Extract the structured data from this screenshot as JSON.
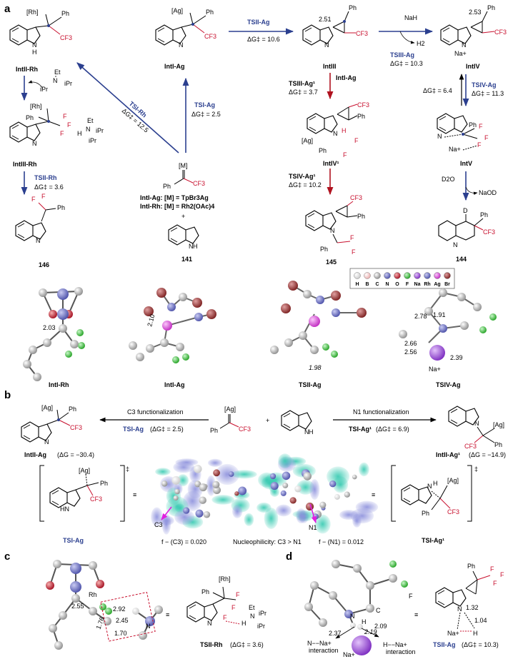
{
  "panels": {
    "a": "a",
    "b": "b",
    "c": "c",
    "d": "d"
  },
  "a": {
    "rh_label": "[Rh]",
    "ph": "Ph",
    "cf3": "CF3",
    "ag_label": "[Ag]",
    "intII_Rh": "IntII-Rh",
    "intI_Ag": "IntI-Ag",
    "intIII": "IntIII",
    "intIV": "IntIV",
    "intIII_Rh": "IntIII-Rh",
    "intIV1": "IntIV¹",
    "intV": "IntV",
    "c146": "146",
    "c145": "145",
    "c144": "144",
    "c141": "141",
    "TSII_Ag": "TSII-Ag",
    "dG_TSII_Ag": "ΔG‡ = 10.6",
    "TSI_Rh": "TSI-Rh",
    "dG_TSI_Rh": "ΔG‡ = 12.5",
    "TSI_Ag": "TSI-Ag",
    "dG_TSI_Ag": "ΔG‡ = 2.5",
    "TSIII_Ag": "TSIII-Ag",
    "dG_TSIII_Ag": "ΔG‡ = 10.3",
    "TSIII_Ag1": "TSIII-Ag¹",
    "dG_TSIII_Ag1": "ΔG‡ = 3.7",
    "TSIV_Ag1": "TSIV-Ag¹",
    "dG_TSIV_Ag1": "ΔG‡ = 10.2",
    "TSIV_Ag": "TSIV-Ag",
    "dG_TSIV_Ag": "ΔG‡ = 11.3",
    "dG_rev": "ΔG‡ = 6.4",
    "TSII_Rh": "TSII-Rh",
    "dG_TSII_Rh": "ΔG‡ = 3.6",
    "NaH": "NaH",
    "H2": "H2",
    "D2O": "D2O",
    "NaOD": "NaOD",
    "dist_251": "2.51",
    "dist_253": "2.53",
    "catalyst_M": "[M]",
    "def_Ag": "IntI-Ag: [M] = TpBr3Ag",
    "def_Rh": "IntI-Rh: [M] = Rh2(OAc)4",
    "plus": "+",
    "nh": "H",
    "n": "N",
    "na": "Na+",
    "d": "D",
    "f": "F",
    "et": "Et",
    "ipr": "iPr"
  },
  "legend": {
    "items": [
      {
        "sym": "H",
        "color": "#ffffff"
      },
      {
        "sym": "B",
        "color": "#f1c4c4"
      },
      {
        "sym": "C",
        "color": "#9a9a9a"
      },
      {
        "sym": "N",
        "color": "#5a5fb8"
      },
      {
        "sym": "O",
        "color": "#c8102e"
      },
      {
        "sym": "F",
        "color": "#35c435"
      },
      {
        "sym": "Na",
        "color": "#9b4fd6"
      },
      {
        "sym": "Rh",
        "color": "#5a5fb8"
      },
      {
        "sym": "Ag",
        "color": "#d84bd8"
      },
      {
        "sym": "Br",
        "color": "#9b2b2b"
      }
    ]
  },
  "struct3d": {
    "intI_Rh": "IntI-Rh",
    "d_203": "2.03",
    "intI_Ag": "IntI-Ag",
    "d_210": "2.10",
    "TSII_Ag": "TSII-Ag",
    "d_198": "1.98",
    "TSIV_Ag": "TSIV-Ag",
    "d_278": "2.78",
    "d_191": "1.91",
    "d_266": "2.66",
    "d_256": "2.56",
    "d_239": "2.39",
    "na": "Na+"
  },
  "b": {
    "c3_func": "C3 functionalization",
    "n1_func": "N1 functionalization",
    "TSI_Ag": "TSI-Ag",
    "dG_TSI_Ag": "(ΔG‡ = 2.5)",
    "TSI_Ag1": "TSI-Ag¹",
    "dG_TSI_Ag1": "(ΔG‡ = 6.9)",
    "intII_Ag": "IntII-Ag",
    "dG_intII_Ag": "(ΔG = −30.4)",
    "intII_Ag1": "IntII-Ag¹",
    "dG_intII_Ag1": "(ΔG = −14.9)",
    "plus": "+",
    "f_c3": "f − (C3) = 0.020",
    "f_n1": "f − (N1) = 0.012",
    "nucleophilicity": "Nucleophilicity: C3 > N1",
    "c3": "C3",
    "n1": "N1",
    "ts_label_left": "TSI-Ag",
    "ts_label_right": "TSI-Ag¹",
    "dagger": "‡"
  },
  "c": {
    "rh": "Rh",
    "d_255": "2.55",
    "d_292": "2.92",
    "d_245": "2.45",
    "d_176": "1.76",
    "d_170": "1.70",
    "n": "N",
    "TSII_Rh": "TSII-Rh",
    "dG": "(ΔG‡ = 3.6)"
  },
  "d": {
    "n": "N",
    "h": "H",
    "c": "C",
    "f": "F",
    "d_237": "2.37",
    "d_219": "2.19",
    "d_209": "2.09",
    "int1": "N−−Na+",
    "int1b": "interaction",
    "int2": "H−−Na+",
    "int2b": "interaction",
    "na": "Na+",
    "d_132": "1.32",
    "d_104": "1.04",
    "TSII_Ag": "TSII-Ag",
    "dG": "(ΔG‡ = 10.3)"
  }
}
